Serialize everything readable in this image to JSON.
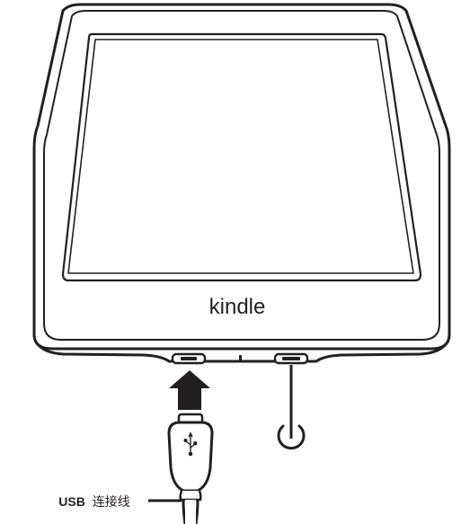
{
  "device": {
    "brand_label": "kindle"
  },
  "cable": {
    "callout_prefix": "USB",
    "callout_suffix": "连接线"
  }
}
